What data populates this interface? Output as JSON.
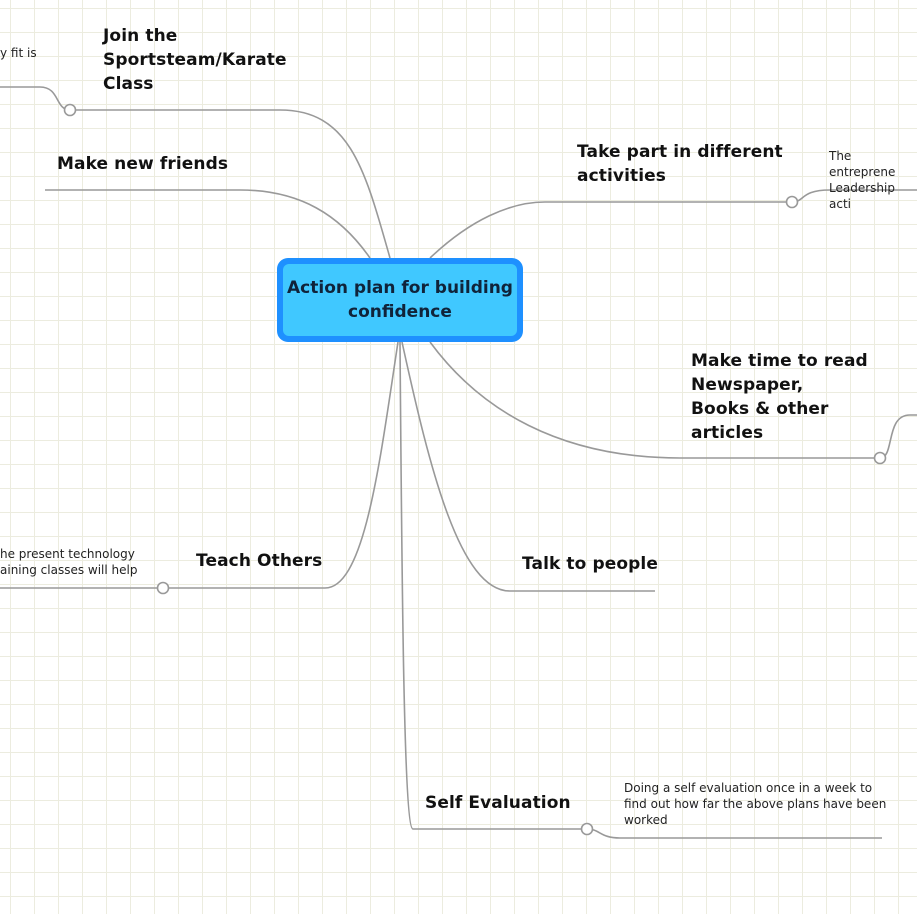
{
  "central_topic": "Action plan for  building\nconfidence",
  "branches": {
    "join": "Join the\nSportsteam/Karate\nClass",
    "friends": "Make new friends",
    "activities": "Take part in different\nactivities",
    "read": "Make time to read\nNewspaper,\nBooks & other\narticles",
    "teach": "Teach Others",
    "talk": "Talk to people",
    "self_eval": "Self Evaluation"
  },
  "notes": {
    "join_note": "y fit is",
    "activities_note": "The entreprene\nLeadership acti",
    "teach_note": "he present technology\naining classes will help",
    "self_eval_note": "Doing a self evaluation once in a week to\nfind out how far the above plans have been\nworked"
  },
  "colors": {
    "central_border": "#1e90ff",
    "central_fill": "#40c8ff",
    "connector": "#999999"
  }
}
